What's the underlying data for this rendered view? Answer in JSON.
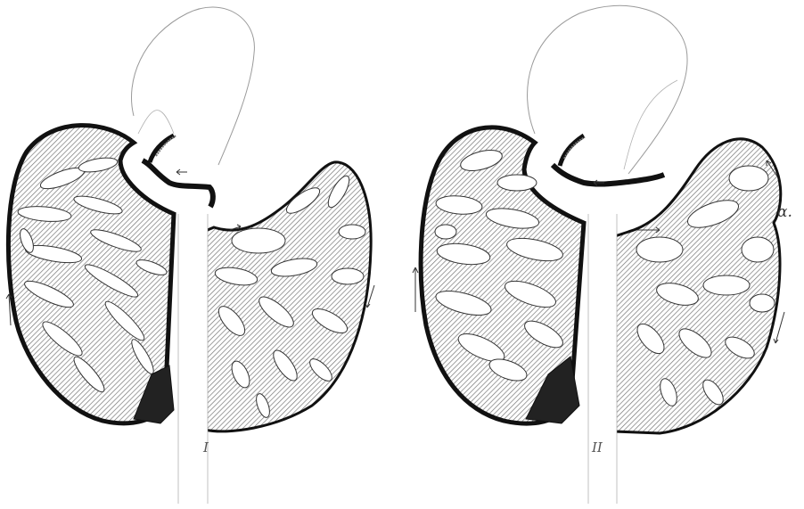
{
  "figure": {
    "panels": [
      {
        "id": "I",
        "label": "I"
      },
      {
        "id": "II",
        "label": "II"
      }
    ],
    "annotation_alpha": "α."
  },
  "colors": {
    "outline": "#111111",
    "vessel_fill": "#d6d6d6",
    "vessel_stroke": "#3a3a3a",
    "background": "#ffffff",
    "sketch_line": "#8a8a8a"
  }
}
